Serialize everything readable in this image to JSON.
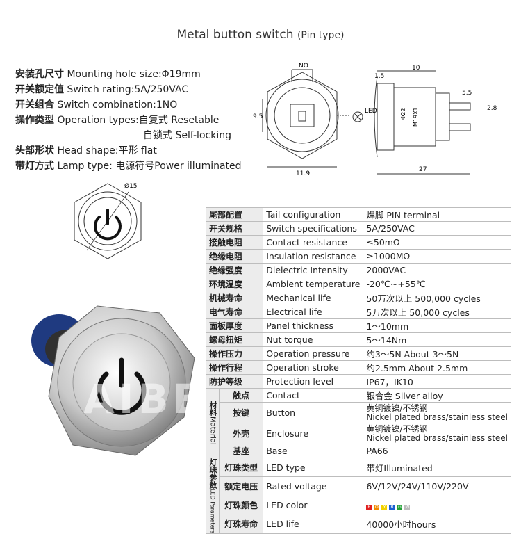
{
  "title": {
    "main": "Metal button switch",
    "sub": "(Pin type)"
  },
  "specs": [
    {
      "cn": "安装孔尺寸",
      "text": " Mounting hole size:Φ19mm"
    },
    {
      "cn": "开关额定值",
      "text": " Switch rating:5A/250VAC"
    },
    {
      "cn": "开关组合",
      "text": " Switch combination:1NO"
    },
    {
      "cn": "操作类型",
      "text": " Operation types:自复式 Resetable"
    },
    {
      "cn": "",
      "text": "自锁式 Self-locking"
    },
    {
      "cn": "头部形状",
      "text": " Head shape:平形 flat"
    },
    {
      "cn": "带灯方式",
      "text": " Lamp type: 电源符号Power illuminated"
    }
  ],
  "drawing_labels": {
    "no": "NO",
    "d95": "9.5",
    "d119": "11.9",
    "led": "LED",
    "d15": "1.5",
    "d10": "10",
    "d55": "5.5",
    "d28": "2.8",
    "d22": "Φ22",
    "m19": "M19X1",
    "d27": "27",
    "phi15": "Ø15"
  },
  "table": {
    "rows": [
      {
        "cn": "尾部配置",
        "en": "Tail configuration",
        "val": "焊脚  PIN terminal"
      },
      {
        "cn": "开关规格",
        "en": "Switch specifications",
        "val": "5A/250VAC"
      },
      {
        "cn": "接触电阻",
        "en": "Contact resistance",
        "val": "≤50mΩ"
      },
      {
        "cn": "绝缘电阻",
        "en": "Insulation resistance",
        "val": "≥1000MΩ"
      },
      {
        "cn": "绝缘强度",
        "en": "Dielectric Intensity",
        "val": "2000VAC"
      },
      {
        "cn": "环境温度",
        "en": "Ambient temperature",
        "val": "-20℃~+55℃"
      },
      {
        "cn": "机械寿命",
        "en": "Mechanical life",
        "val": "50万次以上 500,000 cycles"
      },
      {
        "cn": "电气寿命",
        "en": "Electrical life",
        "val": "5万次以上 50,000  cycles"
      },
      {
        "cn": "面板厚度",
        "en": "Panel thickness",
        "val": "1～10mm"
      },
      {
        "cn": "螺母扭矩",
        "en": "Nut torque",
        "val": "5～14Nm"
      },
      {
        "cn": "操作压力",
        "en": "Operation pressure",
        "val": "约3～5N About 3～5N"
      },
      {
        "cn": "操作行程",
        "en": "Operation stroke",
        "val": "约2.5mm About 2.5mm"
      },
      {
        "cn": "防护等级",
        "en": "Protection level",
        "val": "IP67，IK10"
      }
    ],
    "material": {
      "side_cn": "材料",
      "side_en": "Material",
      "rows": [
        {
          "cn": "触点",
          "en": "Contact",
          "val": "银合金 Silver alloy"
        },
        {
          "cn": "按键",
          "en": "Button",
          "val1": "黄铜镀镍/不锈钢",
          "val2": "Nickel plated brass/stainless steel"
        },
        {
          "cn": "外壳",
          "en": "Enclosure",
          "val1": "黄铜镀镍/不锈钢",
          "val2": "Nickel plated brass/stainless steel"
        },
        {
          "cn": "基座",
          "en": "Base",
          "val": "PA66"
        }
      ]
    },
    "led": {
      "side_cn": "灯珠参数",
      "side_en": "LED Parameters",
      "rows": [
        {
          "cn": "灯珠类型",
          "en": "LED type",
          "val": "带灯Illuminated"
        },
        {
          "cn": "额定电压",
          "en": "Rated voltage",
          "val": "6V/12V/24V/110V/220V"
        },
        {
          "cn": "灯珠颜色",
          "en": "LED color",
          "val": ""
        },
        {
          "cn": "灯珠寿命",
          "en": "LED life",
          "val": "40000小时hours"
        }
      ],
      "colors": [
        {
          "letter": "R",
          "hex": "#e02020"
        },
        {
          "letter": "O",
          "hex": "#f08a00"
        },
        {
          "letter": "Y",
          "hex": "#f2d200"
        },
        {
          "letter": "B",
          "hex": "#1a5fd0"
        },
        {
          "letter": "G",
          "hex": "#23a035"
        },
        {
          "letter": "W",
          "hex": "#bbbbbb"
        }
      ]
    }
  },
  "watermark": "AIBEIKE"
}
